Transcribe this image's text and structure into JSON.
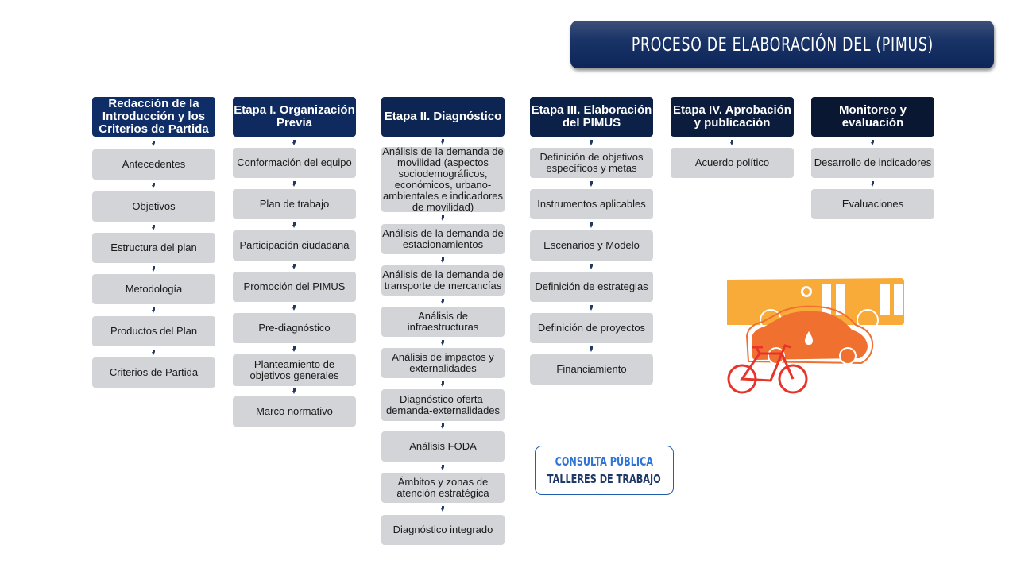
{
  "title": "PROCESO DE ELABORACIÓN DEL (PIMUS)",
  "colors": {
    "header_gradient": [
      "#0f2d66",
      "#0b1a33"
    ],
    "box_fill": "#d3d4d8",
    "arrow": "#1f3864",
    "consulta_light": "#2e75d6",
    "consulta_dark": "#1f3864",
    "bus": "#f9ab3a",
    "car": "#f07030",
    "bike": "#e8332a"
  },
  "columns": [
    {
      "header": "Redacción de la Introducción y los Criterios de Partida",
      "header_color": "#0f2d66",
      "items": [
        "Antecedentes",
        "Objetivos",
        "Estructura del plan",
        "Metodología",
        "Productos del Plan",
        "Criterios de Partida"
      ]
    },
    {
      "header": "Etapa I. Organización Previa",
      "header_color": "#0e2a5e",
      "items": [
        "Conformación del equipo",
        "Plan de trabajo",
        "Participación ciudadana",
        "Promoción del PIMUS",
        "Pre-diagnóstico",
        "Planteamiento de objetivos generales",
        "Marco normativo"
      ]
    },
    {
      "header": "Etapa II. Diagnóstico",
      "header_color": "#0d2552",
      "items": [
        "Análisis de la demanda de movilidad (aspectos sociodemográficos, económicos, urbano-ambientales e indicadores de movilidad)",
        "Análisis de la demanda de estacionamientos",
        "Análisis de la demanda de transporte de mercancías",
        "Análisis de infraestructuras",
        "Análisis de impactos y externalidades",
        "Diagnóstico oferta-demanda-externalidades",
        "Análisis FODA",
        "Ámbitos y zonas de atención estratégica",
        "Diagnóstico integrado"
      ]
    },
    {
      "header": "Etapa III. Elaboración del PIMUS",
      "header_color": "#0c2148",
      "items": [
        "Definición de objetivos específicos y metas",
        "Instrumentos aplicables",
        "Escenarios y Modelo",
        "Definición de estrategias",
        "Definición de proyectos",
        "Financiamiento"
      ]
    },
    {
      "header": "Etapa IV. Aprobación y publicación",
      "header_color": "#0b1c3d",
      "items": [
        "Acuerdo político"
      ]
    },
    {
      "header": "Monitoreo y evaluación",
      "header_color": "#0a1733",
      "items": [
        "Desarrollo de indicadores",
        "Evaluaciones"
      ]
    }
  ],
  "consulta": {
    "line1": "CONSULTA PÚBLICA",
    "line2": "TALLERES DE TRABAJO"
  },
  "illustration": {
    "icons": [
      "bus-icon",
      "car-icon",
      "bicycle-icon",
      "sun-icon",
      "water-drop-icon"
    ]
  }
}
